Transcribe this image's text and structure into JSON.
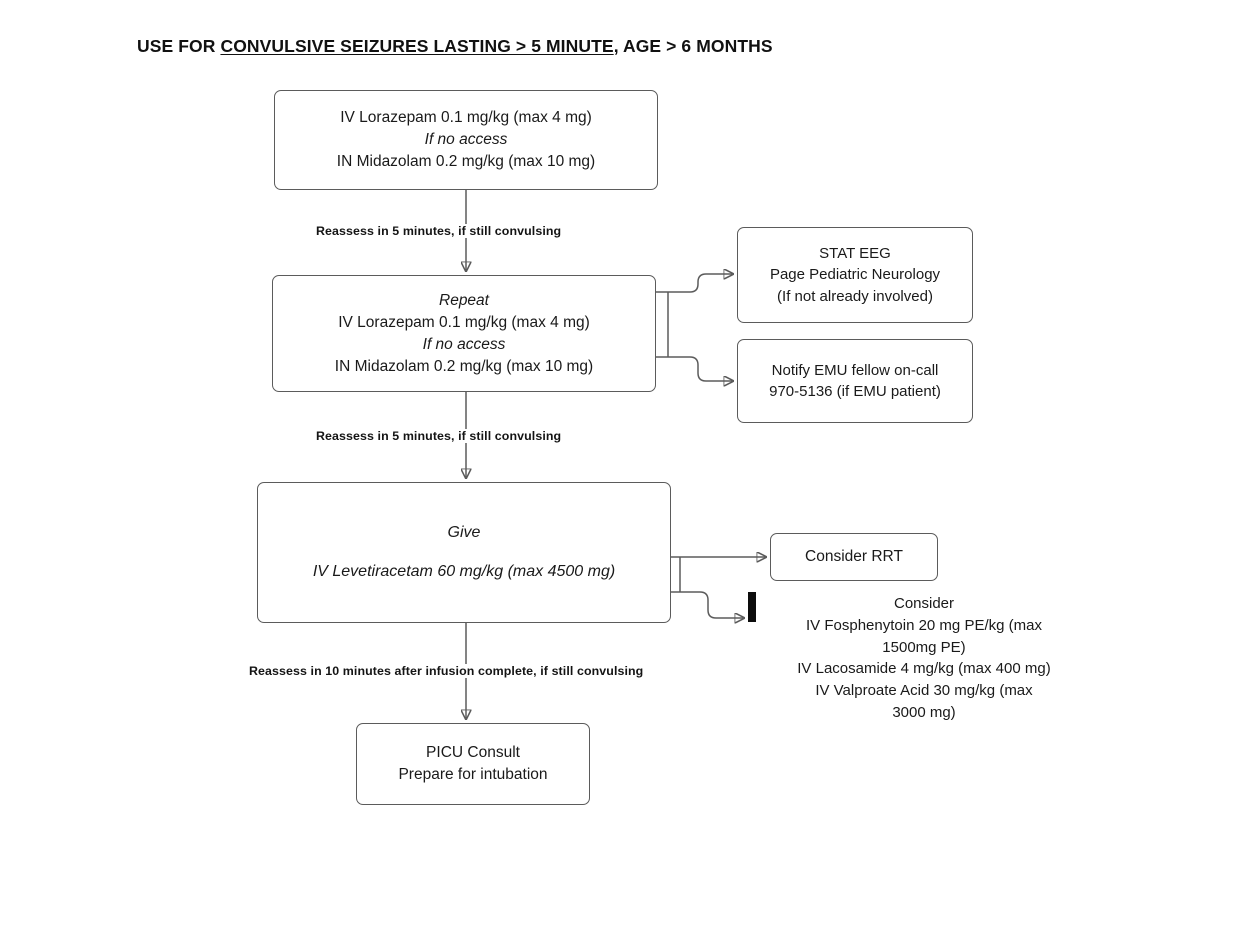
{
  "title": {
    "prefix": "USE FOR ",
    "underlined": "CONVULSIVE SEIZURES LASTING > 5 MINUTE",
    "suffix": ", AGE > 6 MONTHS"
  },
  "boxes": {
    "initial": {
      "lines": [
        "IV Lorazepam 0.1 mg/kg (max 4 mg)",
        "If no access",
        "IN Midazolam 0.2 mg/kg (max 10 mg)"
      ]
    },
    "repeat": {
      "lines": [
        "Repeat",
        "IV Lorazepam 0.1 mg/kg (max 4 mg)",
        "If no access",
        "IN Midazolam 0.2 mg/kg (max 10 mg)"
      ]
    },
    "give": {
      "lines": [
        "Give",
        "IV Levetiracetam 60 mg/kg (max 4500 mg)"
      ]
    },
    "eeg": {
      "lines": [
        "STAT EEG",
        "Page Pediatric Neurology",
        "(If not already involved)"
      ]
    },
    "emu": {
      "lines": [
        "Notify EMU fellow on-call",
        "970-5136 (if EMU patient)"
      ]
    },
    "rrt": {
      "lines": [
        "Consider RRT"
      ]
    },
    "picu": {
      "lines": [
        "PICU Consult",
        "Prepare for intubation"
      ]
    }
  },
  "consider_block": {
    "lines": [
      "Consider",
      "IV Fosphenytoin 20 mg PE/kg (max",
      "1500mg PE)",
      "IV Lacosamide 4 mg/kg (max 400 mg)",
      "IV Valproate Acid 30 mg/kg (max",
      "3000 mg)"
    ]
  },
  "captions": {
    "reassess_1": "Reassess in 5 minutes, if still convulsing",
    "reassess_2": "Reassess in 5 minutes, if still convulsing",
    "reassess_3": "Reassess in 10 minutes after infusion complete, if still convulsing"
  },
  "colors": {
    "stroke": "#5b5b5b",
    "text": "#1a1a1a",
    "background": "#ffffff"
  }
}
